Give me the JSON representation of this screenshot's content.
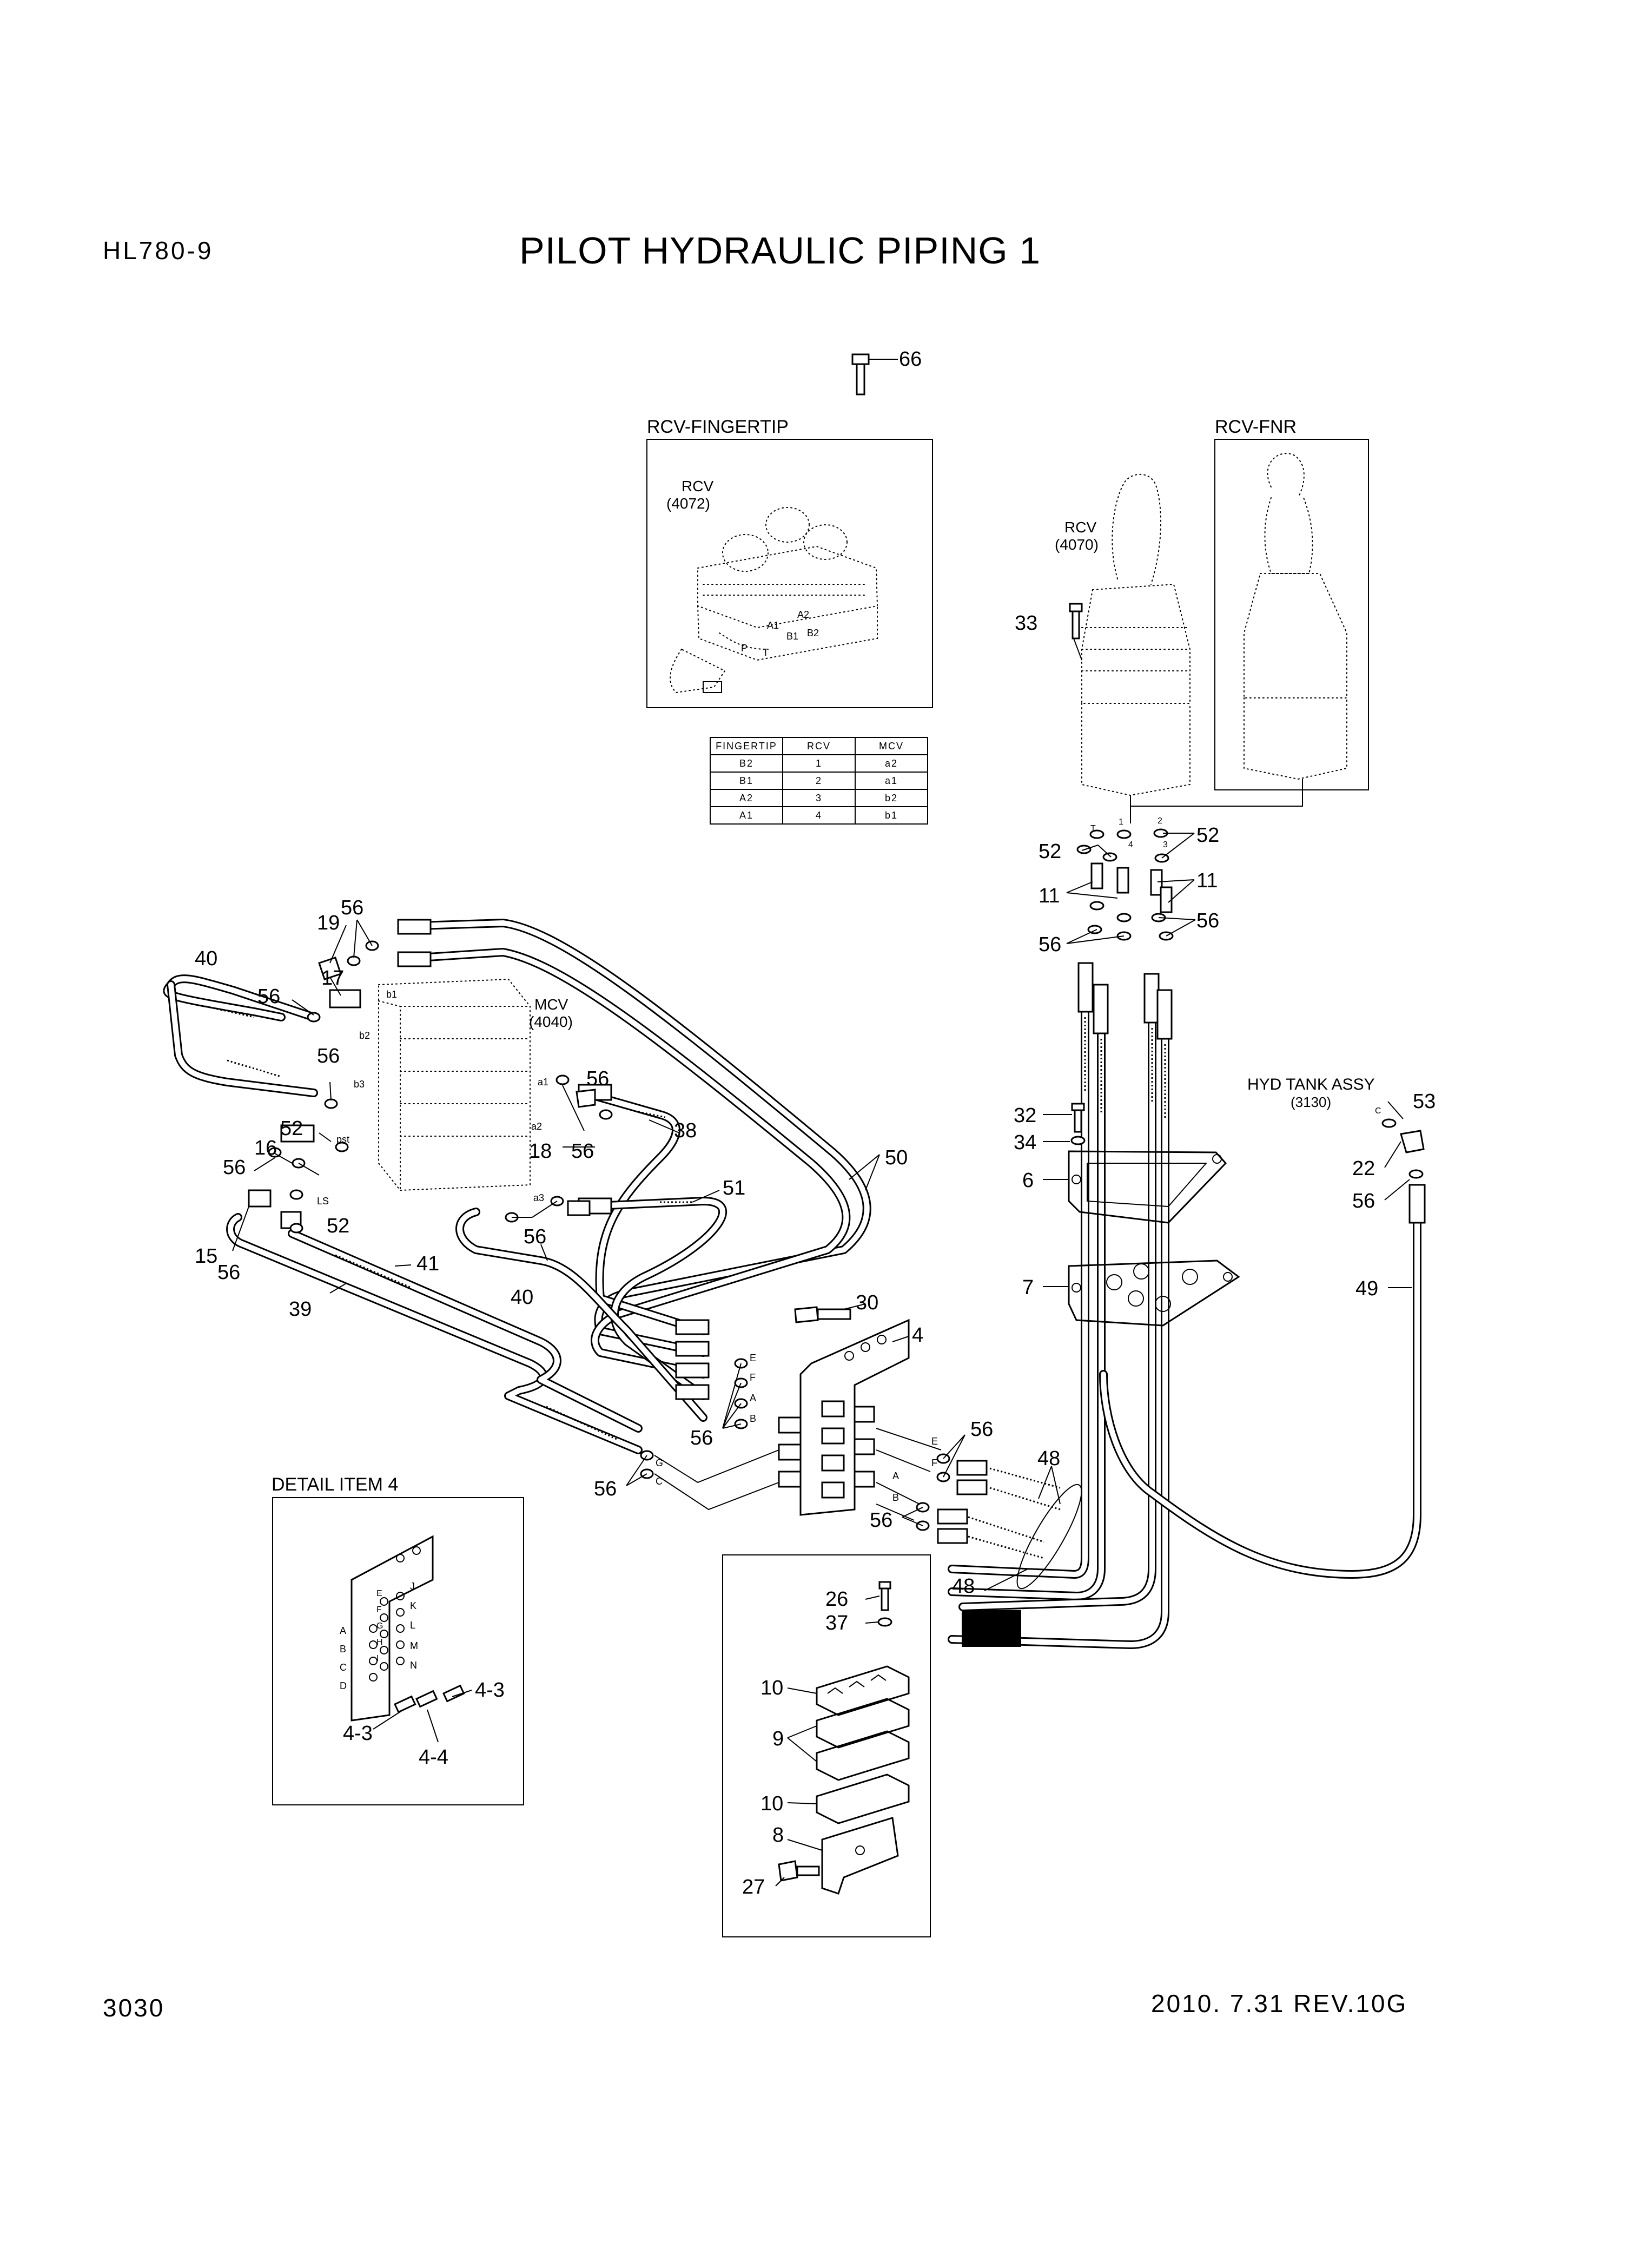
{
  "header": {
    "model": "HL780-9",
    "title": "PILOT HYDRAULIC PIPING 1"
  },
  "footer": {
    "page_number": "3030",
    "revision": "2010. 7.31  REV.10G"
  },
  "panels": {
    "rcv_fingertip": "RCV-FINGERTIP",
    "rcv_fnr": "RCV-FNR",
    "detail_item_4": "DETAIL ITEM 4"
  },
  "assemblies": {
    "rcv_fingertip_name": "RCV",
    "rcv_fingertip_ref": "(4072)",
    "rcv_fnr_name": "RCV",
    "rcv_fnr_ref": "(4070)",
    "mcv_name": "MCV",
    "mcv_ref": "(4040)",
    "hyd_tank_name": "HYD TANK ASSY",
    "hyd_tank_ref": "(3130)"
  },
  "port_table": {
    "headers": [
      "FINGERTIP",
      "RCV",
      "MCV"
    ],
    "rows": [
      [
        "B2",
        "1",
        "a2"
      ],
      [
        "B1",
        "2",
        "a1"
      ],
      [
        "A2",
        "3",
        "b2"
      ],
      [
        "A1",
        "4",
        "b1"
      ]
    ]
  },
  "port_letters": {
    "fingertip": [
      "A2",
      "A1",
      "B1",
      "B2",
      "P",
      "T"
    ],
    "mcv": [
      "b1",
      "b2",
      "b3",
      "a1",
      "a2",
      "a3",
      "pst",
      "LS"
    ],
    "rcv_fnr": [
      "T",
      "1",
      "4",
      "2",
      "3"
    ],
    "tank": [
      "C"
    ],
    "bracket": [
      "E",
      "F",
      "A",
      "B",
      "G",
      "C"
    ],
    "bracket_right": [
      "E",
      "F",
      "A",
      "B"
    ],
    "detail_left": [
      "A",
      "B",
      "C",
      "D"
    ],
    "detail_mid": [
      "E",
      "F",
      "G",
      "H",
      "I"
    ],
    "detail_right": [
      "J",
      "K",
      "L",
      "M",
      "N"
    ]
  },
  "callouts": [
    "66",
    "33",
    "52",
    "52",
    "11",
    "11",
    "56",
    "56",
    "19",
    "56",
    "40",
    "17",
    "56",
    "56",
    "52",
    "16",
    "56",
    "52",
    "15",
    "56",
    "39",
    "41",
    "56",
    "38",
    "18",
    "56",
    "51",
    "56",
    "40",
    "50",
    "30",
    "4",
    "56",
    "56",
    "56",
    "56",
    "48",
    "48",
    "32",
    "34",
    "6",
    "7",
    "53",
    "22",
    "56",
    "49",
    "26",
    "37",
    "10",
    "9",
    "10",
    "8",
    "27",
    "4-3",
    "4-3",
    "4-4"
  ]
}
